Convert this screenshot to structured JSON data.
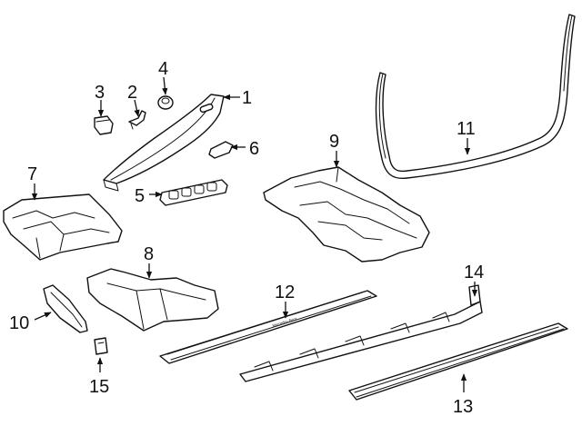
{
  "callouts": [
    {
      "id": "1",
      "label": "1"
    },
    {
      "id": "2",
      "label": "2"
    },
    {
      "id": "3",
      "label": "3"
    },
    {
      "id": "4",
      "label": "4"
    },
    {
      "id": "5",
      "label": "5"
    },
    {
      "id": "6",
      "label": "6"
    },
    {
      "id": "7",
      "label": "7"
    },
    {
      "id": "8",
      "label": "8"
    },
    {
      "id": "9",
      "label": "9"
    },
    {
      "id": "10",
      "label": "10"
    },
    {
      "id": "11",
      "label": "11"
    },
    {
      "id": "12",
      "label": "12"
    },
    {
      "id": "13",
      "label": "13"
    },
    {
      "id": "14",
      "label": "14"
    },
    {
      "id": "15",
      "label": "15"
    }
  ],
  "sill_plate_text": "Mercedes-Benz",
  "colors": {
    "line": "#111111",
    "background": "#ffffff"
  }
}
